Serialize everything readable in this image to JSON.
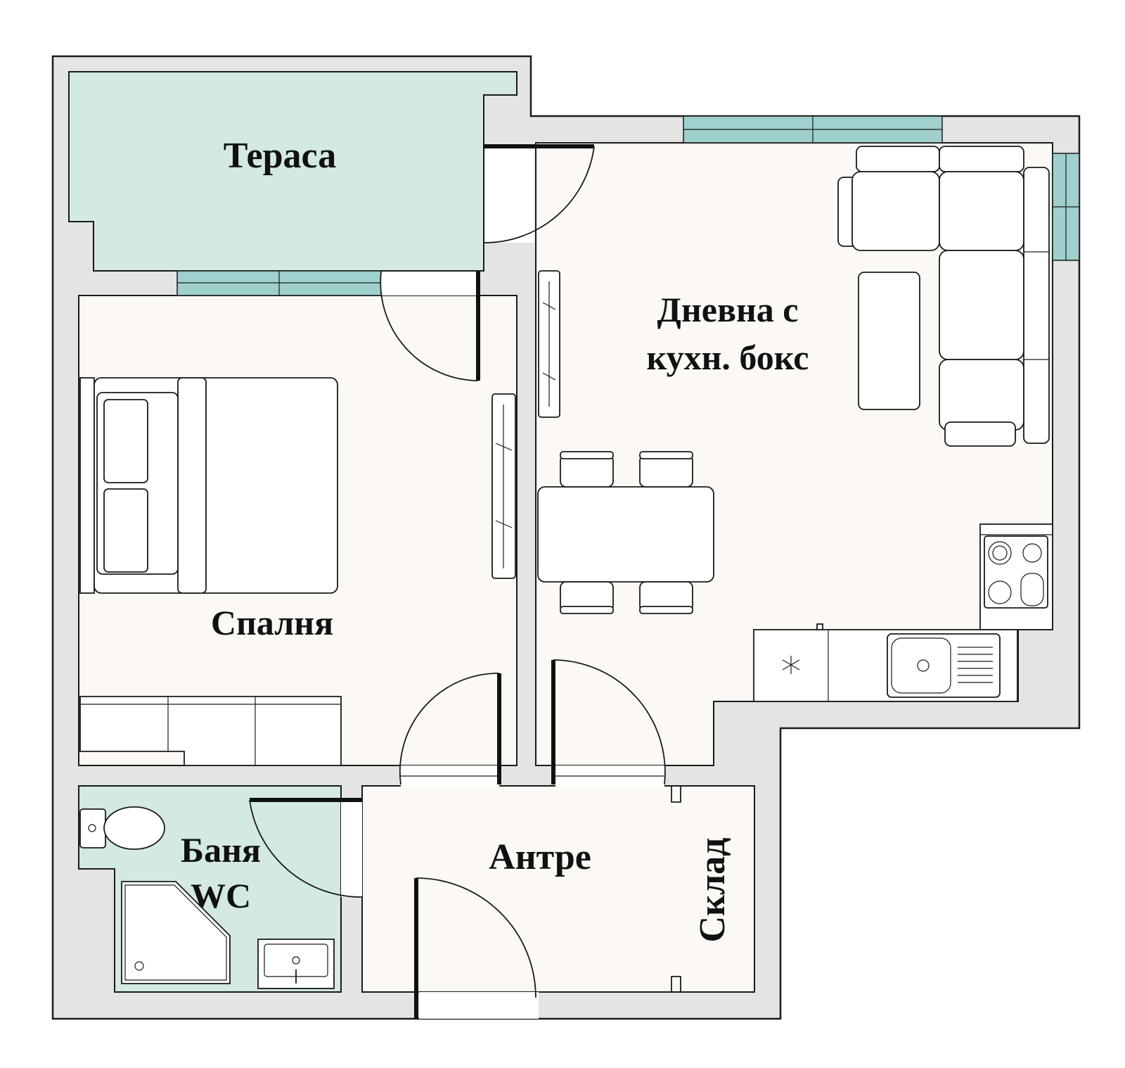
{
  "rooms": {
    "terrace": "Тераса",
    "living_line1": "Дневна с",
    "living_line2": "кухн. бокс",
    "bedroom": "Спалня",
    "bath_line1": "Баня",
    "bath_line2": "WC",
    "hall": "Антре",
    "storage": "Склад"
  },
  "colors": {
    "wall": "#e4e4e4",
    "floor": "#fcf9f4",
    "wet_area": "#d3e9e2",
    "window": "#9fd0cd",
    "outline": "#1a1a1a"
  }
}
